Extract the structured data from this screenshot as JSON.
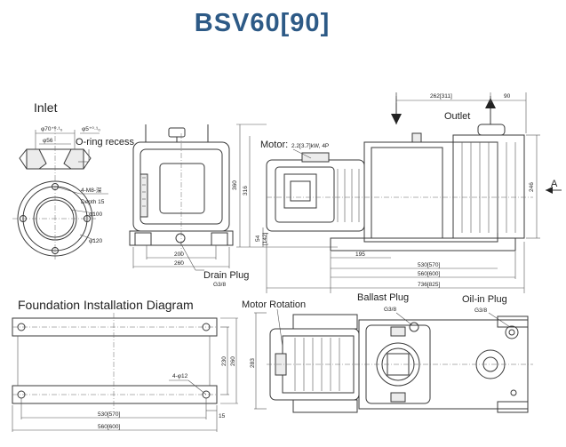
{
  "title": "BSV60[90]",
  "labels": {
    "inlet": "Inlet",
    "o_ring": "O-ring recess",
    "depth": "Depth 15",
    "drain": "Drain Plug",
    "motor": "Motor:",
    "outlet": "Outlet",
    "foundation": "Foundation Installation Diagram",
    "motor_rotation": "Motor Rotation",
    "ballast": "Ballast Plug",
    "oil_in": "Oil-in Plug",
    "view_a": "A"
  },
  "dimensions": {
    "d70": "φ70⁺⁰·¹₀",
    "d5": "φ5⁺⁰·¹₀",
    "d56": "φ56",
    "m8": "4-M8-深",
    "d100": "φ100",
    "d120": "φ120",
    "w200": "200",
    "w260": "260",
    "drain_size": "G3/8",
    "motor_spec": "2.2[3.7]kW, 4P",
    "h360": "360",
    "h316": "316",
    "h54": "54",
    "h142": "[142]",
    "w195": "195",
    "w262": "262[311]",
    "w90": "90",
    "h246": "246",
    "w530": "530[570]",
    "w560": "560[600]",
    "w736": "736[825]",
    "ballast_size": "G3/8",
    "oil_size": "G3/8",
    "h283": "283",
    "f12": "4-φ12",
    "f230": "230",
    "f260": "260",
    "f15": "15",
    "f530": "530[570]",
    "f560": "560[600]"
  }
}
